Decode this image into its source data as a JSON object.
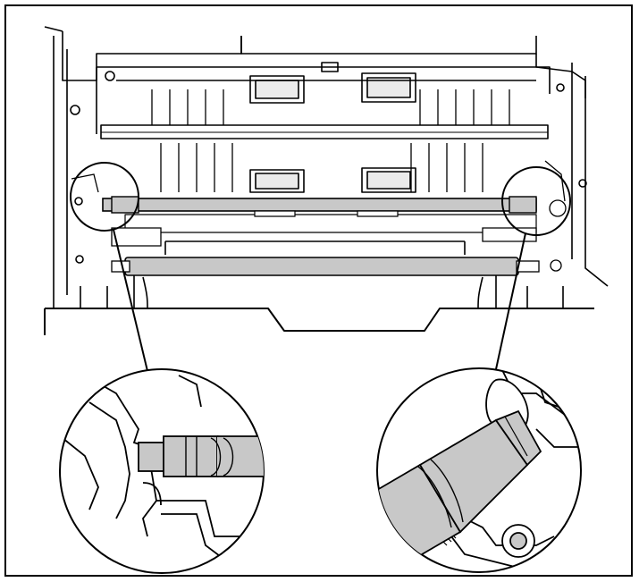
{
  "colors": {
    "line": "#000000",
    "background": "#ffffff",
    "roller_fill": "#c8c8c8",
    "callout_fill": "#ffffff"
  },
  "parts": {
    "main_view": "printer-interior-line-drawing",
    "shaft": "pickup-roller-shaft",
    "feed_roller": "feed-roller",
    "left_detail": "left-shaft-end-detail",
    "right_detail": "right-shaft-end-detail"
  }
}
